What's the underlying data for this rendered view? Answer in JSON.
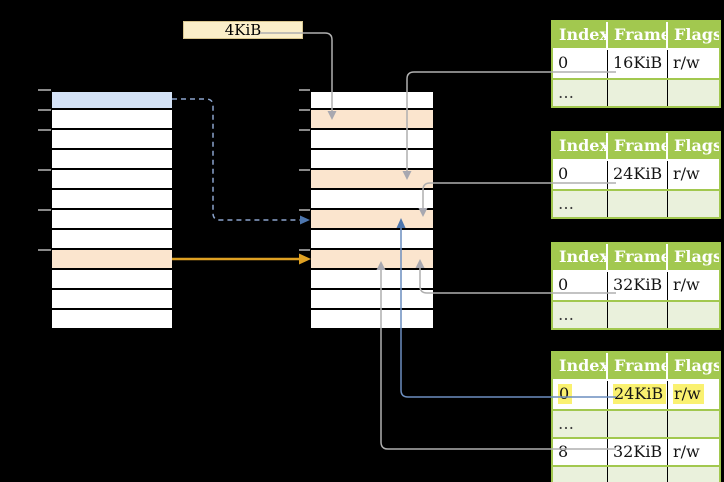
{
  "colors": {
    "background": "#000000",
    "table_green": "#A2C84F",
    "table_green_light": "#EAF1DC",
    "header_text": "#FFFFFF",
    "row_blue": "#D4E2F6",
    "row_orange": "#FBE5CE",
    "box_cream": "#FBEFC9",
    "box_border": "#D8C68F",
    "highlight_yellow": "#FAF170",
    "line_gray": "#AFAFAF",
    "arrow_gray": "#A8A8B0",
    "line_blue": "#6C8EBF",
    "arrow_blue_dark": "#4D76AE",
    "line_blue_dashed": "#8AA3CC",
    "line_orange": "#DFA123",
    "tick_gray": "#999999"
  },
  "size_box": {
    "label": "4KiB"
  },
  "virtual_memory": {
    "rows": [
      "blue",
      "white",
      "white",
      "white",
      "white",
      "white",
      "white",
      "white",
      "orange",
      "white",
      "white",
      "white"
    ],
    "ticks": [
      0,
      1,
      2,
      4,
      6,
      8
    ]
  },
  "physical_memory": {
    "rows": [
      "white",
      "orange",
      "white",
      "white",
      "orange",
      "white",
      "orange",
      "white",
      "orange",
      "white",
      "white",
      "white"
    ],
    "ticks": [
      0,
      1,
      2,
      4,
      6,
      8
    ]
  },
  "page_tables": [
    {
      "columns": [
        "Index",
        "Frame",
        "Flags"
      ],
      "rows": [
        {
          "type": "entry",
          "highlight": false,
          "index": "0",
          "frame": "16KiB",
          "flags": "r/w"
        },
        {
          "type": "ellipsis",
          "highlight": false,
          "index": "…",
          "frame": "",
          "flags": ""
        }
      ]
    },
    {
      "columns": [
        "Index",
        "Frame",
        "Flags"
      ],
      "rows": [
        {
          "type": "entry",
          "highlight": false,
          "index": "0",
          "frame": "24KiB",
          "flags": "r/w"
        },
        {
          "type": "ellipsis",
          "highlight": false,
          "index": "…",
          "frame": "",
          "flags": ""
        }
      ]
    },
    {
      "columns": [
        "Index",
        "Frame",
        "Flags"
      ],
      "rows": [
        {
          "type": "entry",
          "highlight": false,
          "index": "0",
          "frame": "32KiB",
          "flags": "r/w"
        },
        {
          "type": "ellipsis",
          "highlight": false,
          "index": "…",
          "frame": "",
          "flags": ""
        }
      ]
    },
    {
      "columns": [
        "Index",
        "Frame",
        "Flags"
      ],
      "rows": [
        {
          "type": "entry",
          "highlight": true,
          "index": "0",
          "frame": "24KiB",
          "flags": "r/w"
        },
        {
          "type": "ellipsis",
          "highlight": false,
          "index": "…",
          "frame": "",
          "flags": ""
        },
        {
          "type": "entry",
          "highlight": false,
          "index": "8",
          "frame": "32KiB",
          "flags": "r/w"
        },
        {
          "type": "ellipsis",
          "highlight": false,
          "index": "…",
          "frame": "",
          "flags": ""
        }
      ]
    }
  ]
}
